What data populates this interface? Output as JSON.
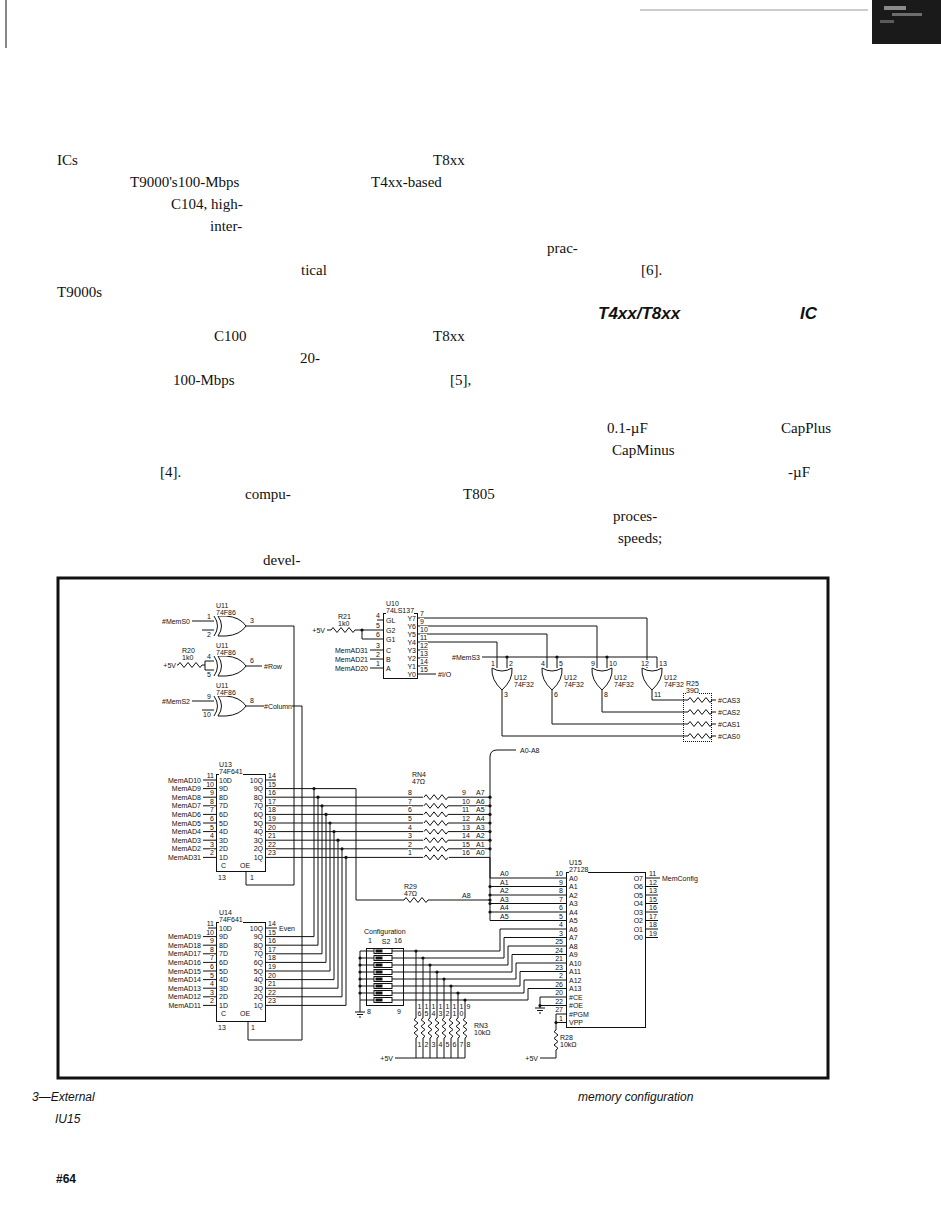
{
  "diagram": {
    "nodes": [
      {
        "text": [
          "U11",
          "74F86"
        ]
      },
      {
        "text": [
          "U11",
          "74F86"
        ]
      },
      {
        "text": [
          "U11",
          "74F86"
        ]
      },
      {
        "text": [
          "U10",
          "74LS137"
        ]
      },
      {
        "text": [
          "U12",
          "74F32"
        ]
      },
      {
        "text": [
          "U12",
          "74F32"
        ]
      },
      {
        "text": [
          "U12",
          "74F32"
        ]
      },
      {
        "text": [
          "U12",
          "74F32"
        ]
      },
      {
        "text": [
          "R25",
          "39Ω"
        ]
      },
      {
        "text": [
          "U13",
          "74F641"
        ]
      },
      {
        "text": [
          "U14",
          "74F641"
        ]
      },
      {
        "text": [
          "Configuration",
          "S2"
        ]
      },
      {
        "text": [
          "U15",
          "27128"
        ]
      }
    ],
    "edges": [
      {
        "from": 3,
        "to": 4,
        "arrow": "none"
      },
      {
        "from": 3,
        "to": 5,
        "arrow": "none"
      },
      {
        "from": 3,
        "to": 6,
        "arrow": "none"
      },
      {
        "from": 3,
        "to": 7,
        "arrow": "none"
      },
      {
        "from": 4,
        "to": 8,
        "arrow": "none"
      },
      {
        "from": 5,
        "to": 8,
        "arrow": "none"
      },
      {
        "from": 6,
        "to": 8,
        "arrow": "none"
      },
      {
        "from": 7,
        "to": 8,
        "arrow": "none"
      },
      {
        "from": 0,
        "to": 9,
        "arrow": "none"
      },
      {
        "from": 2,
        "to": 10,
        "arrow": "none"
      },
      {
        "from": 9,
        "to": 12,
        "arrow": "none"
      },
      {
        "from": 11,
        "to": 12,
        "arrow": "none"
      }
    ],
    "labels": [
      "ICs",
      "T8xx",
      "T9000's100-Mbps",
      "T4xx-based",
      "C104, high-",
      "inter-",
      "prac-",
      "tical",
      "[6].",
      "T9000s",
      "T4xx/T8xx",
      "IC",
      "C100",
      "T8xx",
      "20-",
      "100-Mbps",
      "[5],",
      "0.1-µF",
      "CapPlus",
      "CapMinus",
      "[4].",
      "-µF",
      "compu-",
      "T805",
      "proces-",
      "speeds;",
      "devel-",
      "#MemS0",
      "1",
      "2",
      "3",
      "R20",
      "1k0",
      "+5V",
      "4",
      "5",
      "6",
      "#Row",
      "#MemS2",
      "9",
      "10",
      "8",
      "#Column",
      "R21",
      "1k0",
      "+5V",
      "4",
      "GL",
      "5",
      "G2",
      "6",
      "G1",
      "3",
      "C",
      "2",
      "B",
      "1",
      "A",
      "MemAD31",
      "MemAD21",
      "MemAD20",
      "Y7",
      "7",
      "Y6",
      "9",
      "Y5",
      "10",
      "Y4",
      "11",
      "Y3",
      "12",
      "Y2",
      "13",
      "Y1",
      "14",
      "Y0",
      "15",
      "#I/O",
      "#MemS3",
      "1",
      "2",
      "3",
      "4",
      "5",
      "6",
      "9",
      "10",
      "8",
      "12",
      "13",
      "11",
      "#CAS3",
      "#CAS2",
      "#CAS1",
      "#CAS0",
      "MemAD10",
      "11",
      "10D",
      "10Q",
      "14",
      "MemAD9",
      "10",
      "9D",
      "9Q",
      "15",
      "MemAD8",
      "9",
      "8D",
      "8Q",
      "16",
      "MemAD7",
      "8",
      "7D",
      "7Q",
      "17",
      "MemAD6",
      "7",
      "6D",
      "6Q",
      "18",
      "MemAD5",
      "6",
      "5D",
      "5Q",
      "19",
      "MemAD4",
      "5",
      "4D",
      "4Q",
      "20",
      "MemAD3",
      "4",
      "3D",
      "3Q",
      "21",
      "MemAD2",
      "3",
      "2D",
      "2Q",
      "22",
      "MemAD31",
      "2",
      "1D",
      "1Q",
      "23",
      "C",
      "OE",
      "13",
      "1",
      "11",
      "10D",
      "10Q",
      "14",
      "Even",
      "MemAD19",
      "10",
      "9D",
      "9Q",
      "15",
      "MemAD18",
      "9",
      "8D",
      "8Q",
      "16",
      "MemAD17",
      "8",
      "7D",
      "7Q",
      "17",
      "MemAD16",
      "7",
      "6D",
      "6Q",
      "18",
      "MemAD15",
      "6",
      "5D",
      "5Q",
      "19",
      "MemAD14",
      "5",
      "4D",
      "4Q",
      "20",
      "MemAD13",
      "4",
      "3D",
      "3Q",
      "21",
      "MemAD12",
      "3",
      "2D",
      "2Q",
      "22",
      "MemAD11",
      "2",
      "1D",
      "1Q",
      "23",
      "C",
      "OE",
      "13",
      "1",
      "RN4",
      "47Ω",
      "8",
      "9",
      "A7",
      "7",
      "10",
      "A6",
      "6",
      "11",
      "A5",
      "5",
      "12",
      "A4",
      "4",
      "13",
      "A3",
      "3",
      "14",
      "A2",
      "2",
      "15",
      "A1",
      "1",
      "16",
      "A0",
      "A0-A8",
      "R29",
      "47Ω",
      "A8",
      "A0",
      "A1",
      "A2",
      "A3",
      "A4",
      "A5",
      "10",
      "A0",
      "9",
      "A1",
      "8",
      "A2",
      "7",
      "A3",
      "6",
      "A4",
      "5",
      "A5",
      "4",
      "A6",
      "3",
      "A7",
      "25",
      "A8",
      "24",
      "A9",
      "21",
      "A10",
      "23",
      "A11",
      "2",
      "A12",
      "26",
      "A13",
      "20",
      "#CE",
      "22",
      "#OE",
      "27",
      "#PGM",
      "1",
      "VPP",
      "O7",
      "11",
      "O6",
      "12",
      "O5",
      "13",
      "O4",
      "15",
      "O3",
      "16",
      "O2",
      "17",
      "O1",
      "18",
      "O0",
      "19",
      "MemConfig",
      "R28",
      "10kΩ",
      "+5V",
      "1",
      "16",
      "8",
      "9",
      "16",
      "15",
      "14",
      "13",
      "12",
      "11",
      "10",
      "9",
      "1",
      "2",
      "3",
      "4",
      "5",
      "6",
      "7",
      "8",
      "RN3",
      "10kΩ",
      "+5V",
      "3—External",
      "memory configuration",
      "IU15",
      "#64"
    ]
  }
}
